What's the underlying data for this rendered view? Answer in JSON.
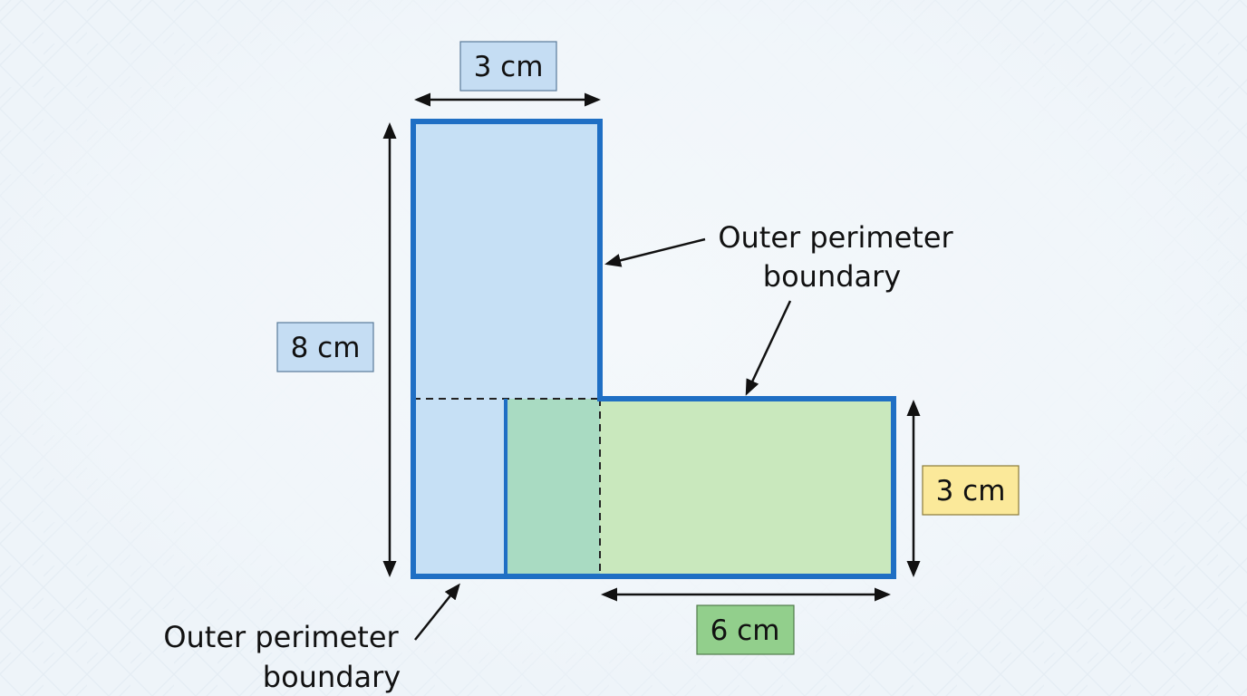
{
  "dimensions": {
    "top_width": "3 cm",
    "total_height": "8 cm",
    "arm_height": "3 cm",
    "arm_width": "6 cm"
  },
  "annotations": {
    "right_top": {
      "line1": "Outer perimeter",
      "line2": "boundary"
    },
    "bottom_left": {
      "line1": "Outer perimeter",
      "line2": "boundary"
    }
  },
  "colors": {
    "outline": "#1f6fc4",
    "vertical_fill": "#c6e0f5",
    "horizontal_fill": "#c9e8bd",
    "overlap_fill": "#a9dbc2",
    "label_blue": "#c5ddf3",
    "label_yellow": "#fbe99a",
    "label_green": "#92cf8c"
  }
}
